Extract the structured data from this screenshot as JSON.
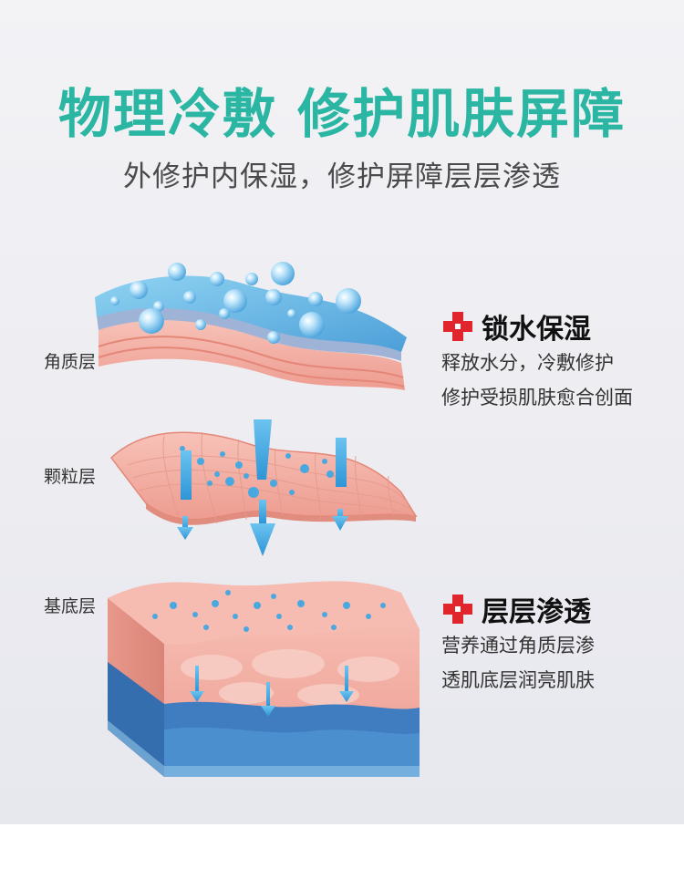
{
  "header": {
    "title": "物理冷敷 修护肌肤屏障",
    "subtitle": "外修护内保湿，修护屏障层层渗透"
  },
  "layers": [
    {
      "label": "角质层"
    },
    {
      "label": "颗粒层"
    },
    {
      "label": "基底层"
    }
  ],
  "features": [
    {
      "icon": "red-cross-icon",
      "heading": "锁水保湿",
      "lines": [
        "释放水分，冷敷修护",
        "修护受损肌肤愈合创面"
      ]
    },
    {
      "icon": "red-cross-icon",
      "heading": "层层渗透",
      "lines": [
        "营养通过角质层渗",
        "透肌底层润亮肌肤"
      ]
    }
  ],
  "colors": {
    "title": "#2bb6a3",
    "cross": "#e0262c",
    "water": "#4aa8e0",
    "skin": "#f3a9a0",
    "deep": "#3f7cc0"
  }
}
